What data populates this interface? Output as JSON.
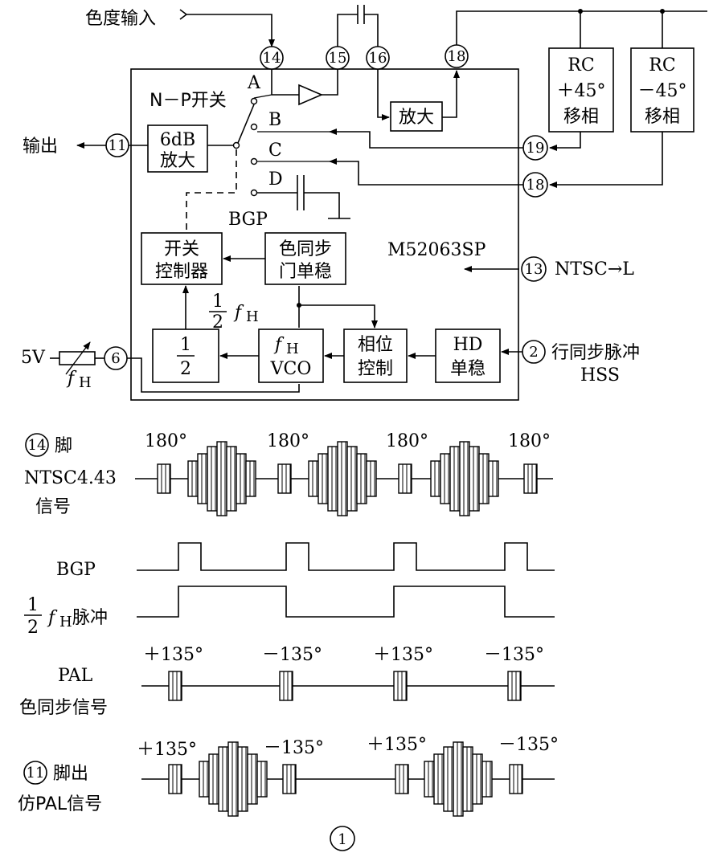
{
  "pins": {
    "p14": "14",
    "p15": "15",
    "p16": "16",
    "p18_top": "18",
    "p11": "11",
    "p19": "19",
    "p18_right": "18",
    "p13": "13",
    "p6": "6",
    "p2": "2"
  },
  "labels": {
    "chroma_in": "色度输入",
    "output": "输出",
    "np_switch": "N－P开关",
    "sw_a": "A",
    "sw_b": "B",
    "sw_c": "C",
    "sw_d": "D",
    "bgp": "BGP",
    "chip": "M52063SP",
    "ntsc_l": "NTSC→L",
    "five_v": "5V",
    "fh_var": "f",
    "fh_sub": "H",
    "hsync": "行同步脉冲",
    "hss": "HSS",
    "half_num": "1",
    "half_den": "2",
    "half_fh_f": "f",
    "half_fh_sub": "H"
  },
  "blocks": {
    "amp6db_1": "6dB",
    "amp6db_2": "放大",
    "amp": "放大",
    "rc_plus_1": "RC",
    "rc_plus_2": "＋45°",
    "rc_plus_3": "移相",
    "rc_minus_1": "RC",
    "rc_minus_2": "－45°",
    "rc_minus_3": "移相",
    "sw_ctrl_1": "开关",
    "sw_ctrl_2": "控制器",
    "color_sync_1": "色同步",
    "color_sync_2": "门单稳",
    "divider_num": "1",
    "divider_den": "2",
    "vco_1": "f",
    "vco_1_sub": "H",
    "vco_2": "VCO",
    "phase_1": "相位",
    "phase_2": "控制",
    "hd_1": "HD",
    "hd_2": "单稳"
  },
  "waveforms": {
    "w14_pin": "14",
    "w14_title": "脚",
    "w14_sub1": "NTSC4.43",
    "w14_sub2": "信号",
    "w14_angle_1": "180°",
    "w14_angle_2": "180°",
    "w14_angle_3": "180°",
    "w14_angle_4": "180°",
    "bgp": "BGP",
    "half_num": "1",
    "half_den": "2",
    "half_f": "f",
    "half_sub": "H",
    "half_tail": "脉冲",
    "pal_1": "PAL",
    "pal_2": "色同步信号",
    "pal_angle_1": "＋135°",
    "pal_angle_2": "－135°",
    "pal_angle_3": "＋135°",
    "pal_angle_4": "－135°",
    "w11_pin": "11",
    "w11_title": "脚出",
    "w11_sub": "仿PAL信号",
    "w11_angle_1": "＋135°",
    "w11_angle_2": "－135°",
    "w11_angle_3": "＋135°",
    "w11_angle_4": "－135°"
  },
  "figure_number": "1"
}
